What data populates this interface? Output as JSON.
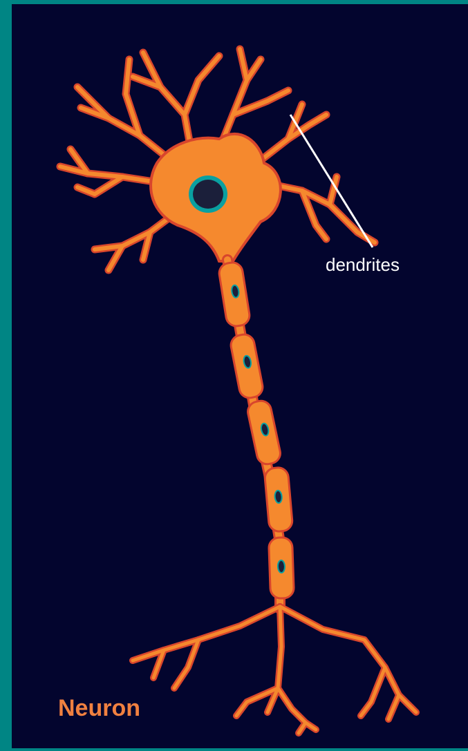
{
  "diagram": {
    "title": "Neuron",
    "labels": {
      "dendrites": "dendrites"
    },
    "colors": {
      "frame": "#008584",
      "background": "#03052e",
      "neuron_fill": "#f5892e",
      "neuron_outline": "#d8452c",
      "nucleus": "#1b1f3a",
      "nucleus_ring": "#0aa0a0",
      "label": "#ffffff",
      "title": "#f08040"
    },
    "parts": [
      "cell-body",
      "nucleus",
      "dendrites",
      "axon",
      "myelin-sheath",
      "axon-terminals"
    ]
  }
}
